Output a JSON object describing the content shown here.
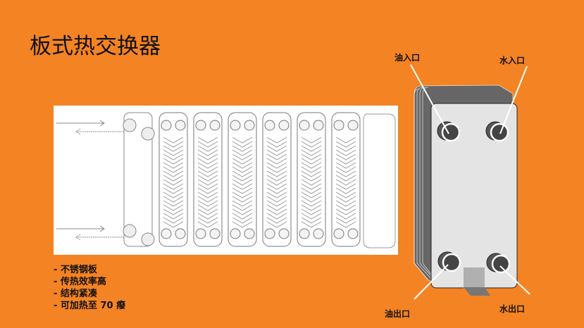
{
  "title": "板式热交换器",
  "bullets": [
    "不锈钢板",
    "传热效率高",
    "结构紧凑",
    "可加热至 70 癈"
  ],
  "labels": {
    "oil_in": "油入口",
    "water_in": "水入口",
    "oil_out": "油出口",
    "water_out": "水出口"
  },
  "colors": {
    "background": "#F48323"
  }
}
